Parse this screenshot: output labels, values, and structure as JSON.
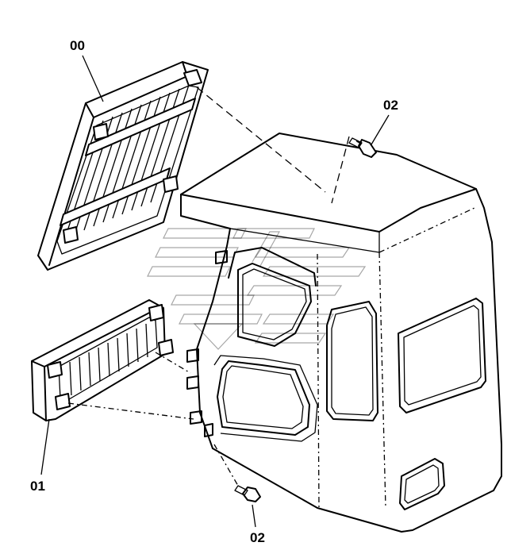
{
  "labels": {
    "part_00": "00",
    "part_01": "01",
    "part_02_top": "02",
    "part_02_bottom": "02"
  },
  "colors": {
    "line": "#000000",
    "background": "#ffffff"
  }
}
